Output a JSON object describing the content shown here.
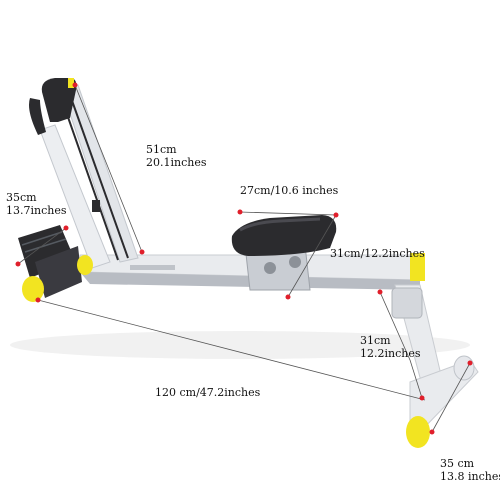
{
  "product": {
    "name": "rowing-machine",
    "colors": {
      "frame": "#e9ebee",
      "frame_shadow": "#b8bcc3",
      "seat": "#2b2b2e",
      "accent": "#f2e421",
      "dim_line": "#555555",
      "marker": "#e01f2b"
    }
  },
  "dimensions": {
    "handle_height_cm": "51cm",
    "handle_height_in": "20.1inches",
    "footrest_width_cm": "35cm",
    "footrest_width_in": "13.7inches",
    "seat_length": "27cm/10.6 inches",
    "seat_width": "31cm/12.2inches",
    "rear_height_cm": "31cm",
    "rear_height_in": "12.2inches",
    "total_length": "120 cm/47.2inches",
    "rear_width_cm": "35 cm",
    "rear_width_in": "13.8 inches"
  }
}
